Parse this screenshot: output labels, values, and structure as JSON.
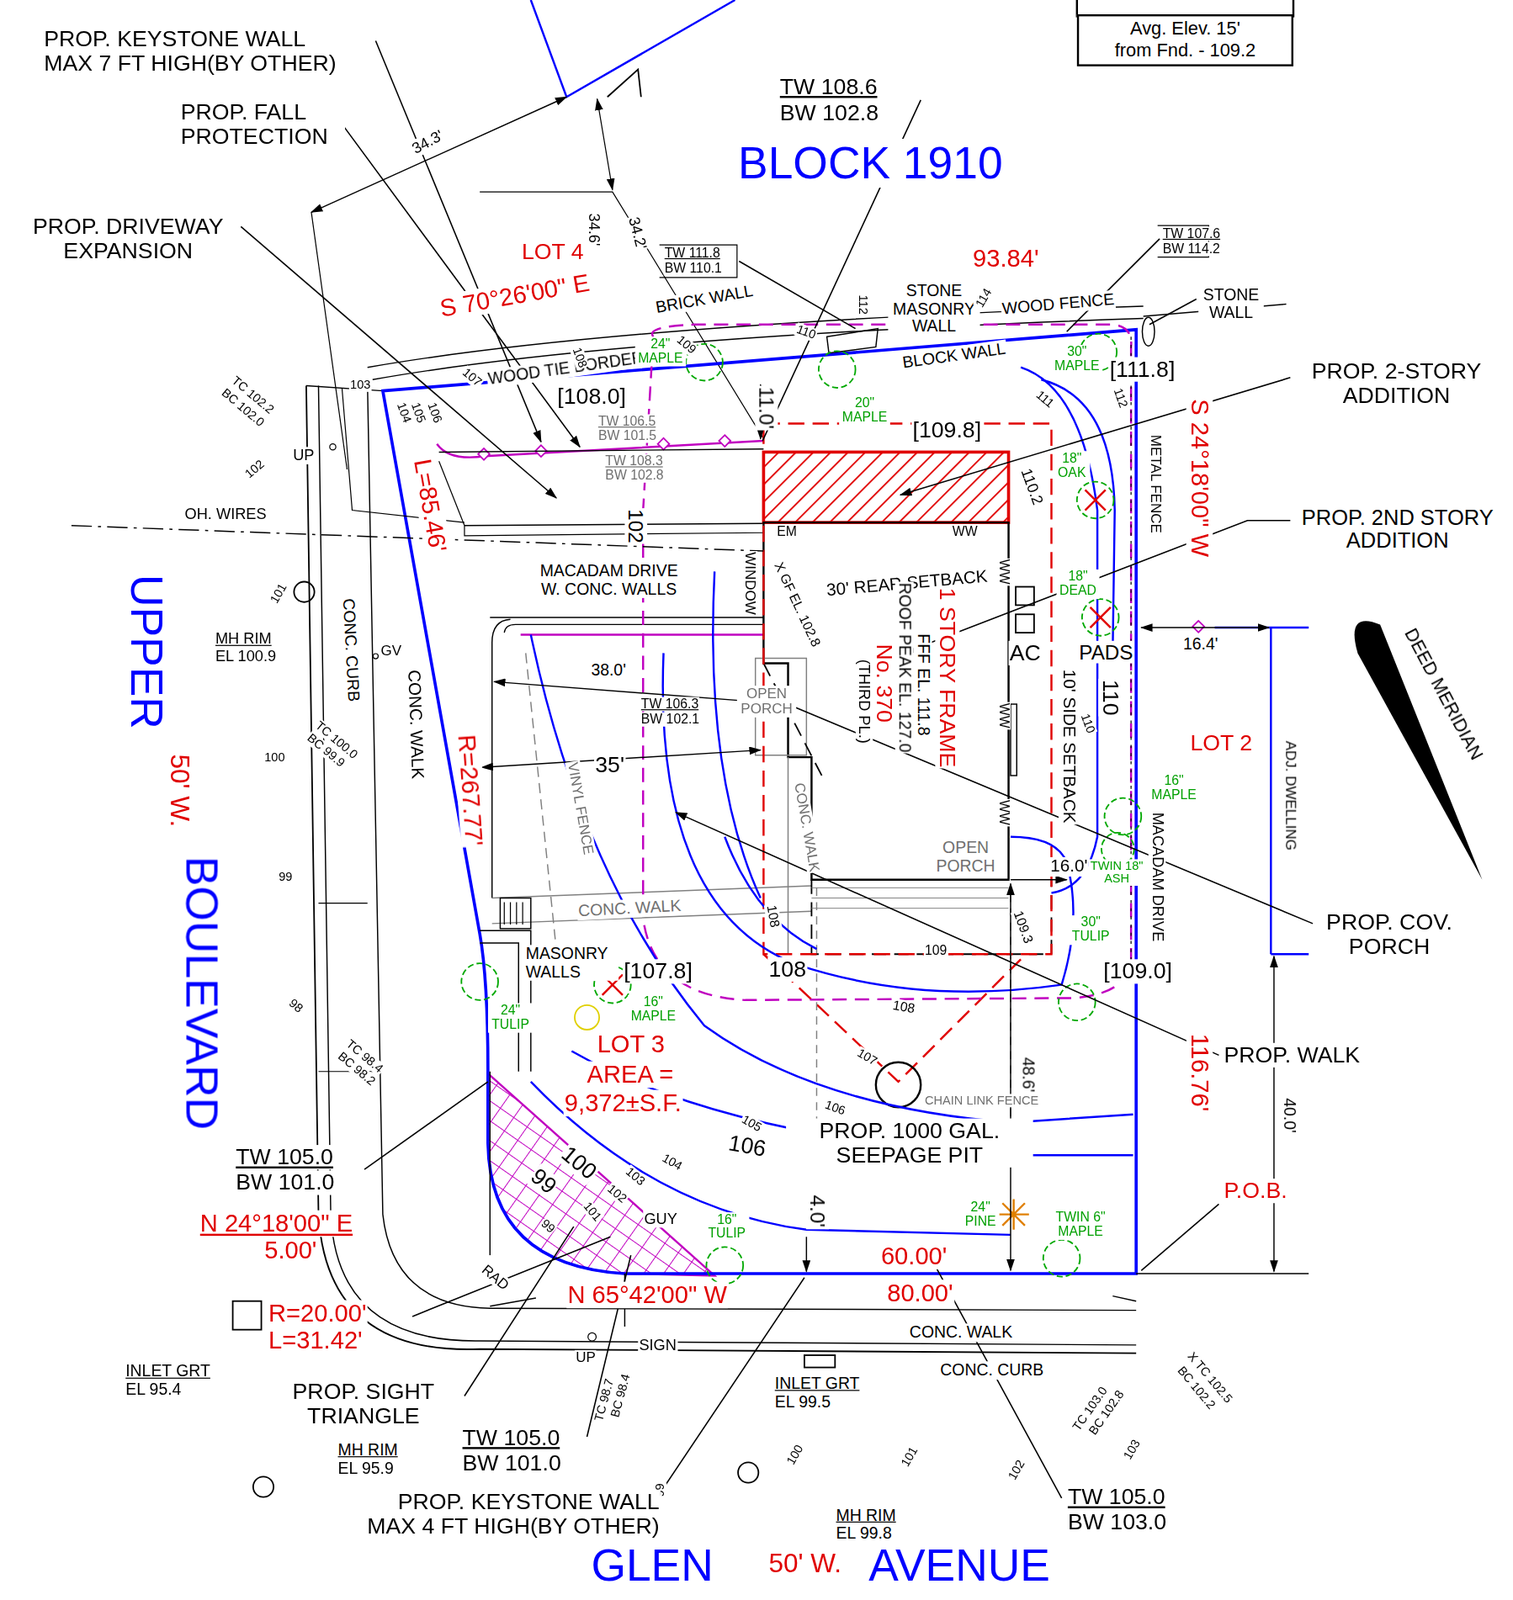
{
  "diagram": {
    "nodes": [
      {
        "text": [
          "Avg. Elev. 15' from Fnd. - 109.2"
        ]
      }
    ],
    "labels": [
      "PROP. KEYSTONE WALL MAX 7 FT HIGH(BY OTHER)",
      "PROP. FALL PROTECTION",
      "PROP. DRIVEWAY EXPANSION",
      "TW 108.6",
      "BW 102.8",
      "BLOCK 1910",
      "34.3'",
      "34.6'",
      "34.2'",
      "LOT 4",
      "S 70°26'00\" E",
      "TW 111.8",
      "BW 110.1",
      "93.84'",
      "TW 107.6",
      "BW 114.2",
      "STONE WALL",
      "BRICK WALL",
      "STONE MASONRY WALL",
      "WOOD FENCE",
      "BLOCK WALL",
      "PROP. 2-STORY ADDITION",
      "[111.8]",
      "S 24°18'00\" W",
      "METAL FENCE",
      "[108.0]",
      "WOOD TIE BORDER",
      "24\" MAPLE",
      "20\" MAPLE",
      "30\" MAPLE",
      "TW 106.5",
      "BW 101.5",
      "TW 108.3",
      "BW 102.8",
      "11.0'",
      "[109.8]",
      "110.2",
      "18\" OAK",
      "OH. WIRES",
      "UP",
      "TC 102.2",
      "BC 102.0",
      "103",
      "104",
      "105",
      "106",
      "107",
      "108",
      "109",
      "110",
      "112",
      "114",
      "111",
      "112",
      "102",
      "MACADAM DRIVE W. CONC. WALLS",
      "102",
      "WINDOW",
      "EM",
      "WW",
      "X GF EL. 102.8",
      "30' REAR SETBACK",
      "1 STORY FRAME",
      "FFF EL. 111.8",
      "ROOF PEAK EL. 127.0",
      "No. 370",
      "(THIRD PL.)",
      "WW",
      "WW",
      "WW",
      "AC",
      "PADS",
      "10' SIDE SETBACK",
      "18\" DEAD",
      "16.4'",
      "PROP. 2ND STORY ADDITION",
      "DEED MERIDIAN",
      "LOT 2",
      "110",
      "110",
      "ADJ. DWELLING",
      "16\" MAPLE",
      "TWIN 18\" ASH",
      "16.0'",
      "MACADAM DRIVE",
      "PROP. COV. PORCH",
      "[109.0]",
      "30\" TULIP",
      "116.76'",
      "PROP. WALK",
      "40.0'",
      "P.O.B.",
      "UPPER",
      "50' W.",
      "BOULEVARD",
      "MH RIM",
      "EL 100.9",
      "101",
      "CONC. CURB",
      "GV",
      "CONC. WALK",
      "L=85.46'",
      "R=267.77'",
      "TC 100.0",
      "BC 99.9",
      "100",
      "99",
      "98",
      "TC 98.4",
      "BC 98.2",
      "38.0'",
      "TW 106.3",
      "BW 102.1",
      "OPEN PORCH",
      "35'",
      "VINYL FENCE",
      "CONC. WALK",
      "CONC. WALK",
      "OPEN PORCH",
      "MASONRY WALLS",
      "[107.8]",
      "16\" MAPLE",
      "24\" TULIP",
      "108",
      "108",
      "109",
      "109.3",
      "108",
      "LOT 3",
      "AREA =",
      "9,372±S.F.",
      "107",
      "106",
      "105",
      "106",
      "104",
      "100",
      "99",
      "102",
      "103",
      "101",
      "99",
      "PROP. 1000 GAL. SEEPAGE PIT",
      "CHAIN LINK FENCE",
      "48.6'",
      "24\" PINE",
      "TWIN 6\" MAPLE",
      "16\" TULIP",
      "GUY",
      "4.0'",
      "60.00'",
      "80.00'",
      "N 65°42'00\" W",
      "TW 105.0",
      "BW 101.0",
      "N 24°18'00\" E",
      "5.00'",
      "RAD",
      "R=20.00'",
      "L=31.42'",
      "INLET GRT",
      "EL 95.4",
      "PROP. SIGHT TRIANGLE",
      "UP",
      "SIGN",
      "TC 98.7",
      "BC 98.4",
      "INLET GRT",
      "EL 99.5",
      "CONC. WALK",
      "CONC. CURB",
      "TC 103.0",
      "BC 102.8",
      "X TC 102.5",
      "BC 102.2",
      "MH RIM",
      "EL 95.9",
      "TW 105.0",
      "BW 101.0",
      "99",
      "100",
      "101",
      "102",
      "103",
      "PROP. KEYSTONE WALL MAX 4 FT HIGH(BY OTHER)",
      "MH RIM",
      "EL 99.8",
      "TW 105.0",
      "BW 103.0",
      "GLEN",
      "50' W.",
      "AVENUE"
    ]
  }
}
